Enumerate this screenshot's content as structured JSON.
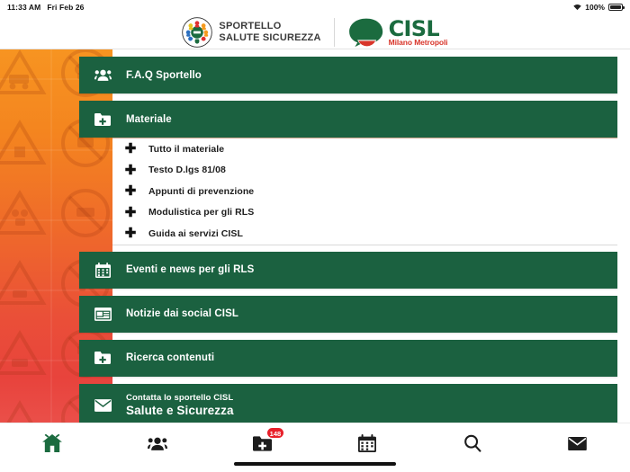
{
  "statusbar": {
    "time": "11:33 AM",
    "date": "Fri Feb 26",
    "battery_percent": "100%",
    "wifi_icon": "wifi-icon",
    "battery_icon": "battery-full-icon"
  },
  "header": {
    "sportello": {
      "line1": "SPORTELLO",
      "line2": "SALUTE SICUREZZA",
      "logo_icon": "sportello-circle-logo"
    },
    "cisl": {
      "name": "CISL",
      "subtitle": "Milano Metropoli",
      "logo_icon": "cisl-leaf-logo"
    }
  },
  "colors": {
    "green": "#1b6140",
    "orange": "#f79421",
    "red": "#e8433c",
    "badge_red": "#e8202a",
    "cisl_green": "#1b6b3f",
    "cisl_red": "#d8352a"
  },
  "menu": {
    "items": [
      {
        "label": "F.A.Q Sportello",
        "icon": "people-group-icon",
        "type": "bar"
      },
      {
        "label": "Materiale",
        "icon": "folder-plus-icon",
        "type": "bar"
      },
      {
        "label": "Eventi e news per gli RLS",
        "icon": "calendar-icon",
        "type": "bar"
      },
      {
        "label": "Notizie dai social CISL",
        "icon": "news-article-icon",
        "type": "bar"
      },
      {
        "label": "Ricerca contenuti",
        "icon": "folder-plus-icon",
        "type": "bar"
      }
    ],
    "submenu": [
      {
        "label": "Tutto il materiale",
        "icon": "plus-icon"
      },
      {
        "label": "Testo D.lgs 81/08",
        "icon": "plus-icon"
      },
      {
        "label": "Appunti di prevenzione",
        "icon": "plus-icon"
      },
      {
        "label": "Modulistica per gli RLS",
        "icon": "plus-icon"
      },
      {
        "label": "Guida ai servizi CISL",
        "icon": "plus-icon"
      }
    ],
    "contact": {
      "line1": "Contatta lo sportello CISL",
      "line2": "Salute e Sicurezza",
      "icon": "envelope-icon"
    }
  },
  "bottomnav": {
    "items": [
      {
        "name": "home",
        "icon": "home-icon",
        "active": true,
        "badge": ""
      },
      {
        "name": "people",
        "icon": "people-group-icon",
        "active": false,
        "badge": ""
      },
      {
        "name": "materiale",
        "icon": "folder-plus-icon",
        "active": false,
        "badge": "148"
      },
      {
        "name": "eventi",
        "icon": "calendar-icon",
        "active": false,
        "badge": ""
      },
      {
        "name": "ricerca",
        "icon": "search-icon",
        "active": false,
        "badge": ""
      },
      {
        "name": "contatti",
        "icon": "envelope-icon",
        "active": false,
        "badge": ""
      }
    ]
  }
}
